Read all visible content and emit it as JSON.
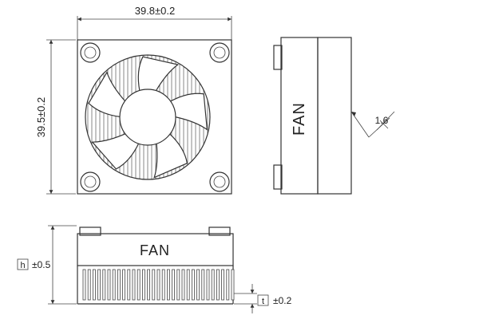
{
  "dimensions": {
    "width": "39.8±0.2",
    "height": "39.5±0.2",
    "h_box": "h",
    "h_tol": "±0.5",
    "t_box": "t",
    "t_tol": "±0.2",
    "surface_roughness": "1.6"
  },
  "labels": {
    "fan_side": "FAN",
    "fan_front": "FAN"
  },
  "colors": {
    "line": "#333333",
    "background": "#ffffff"
  }
}
